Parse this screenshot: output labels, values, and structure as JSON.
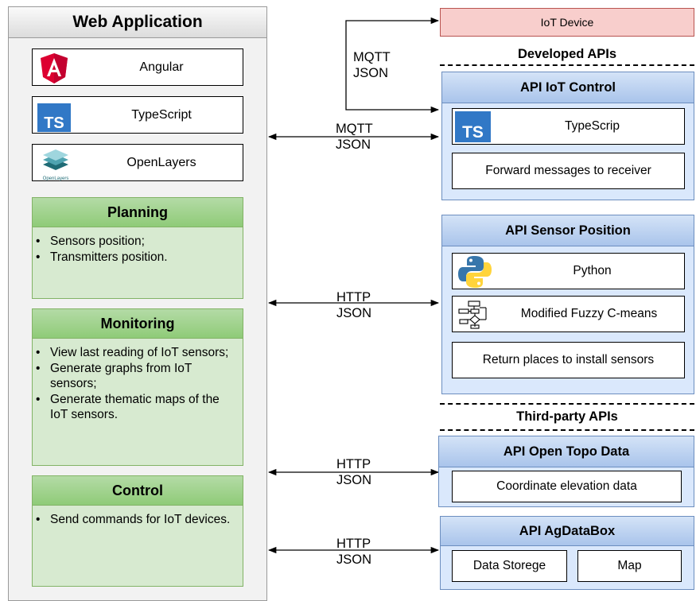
{
  "web_app": {
    "title": "Web Application",
    "technologies": [
      {
        "icon": "angular-icon",
        "label": "Angular"
      },
      {
        "icon": "typescript-icon",
        "label": "TypeScript"
      },
      {
        "icon": "openlayers-icon",
        "label": "OpenLayers",
        "logo_text": "OpenLayers"
      }
    ],
    "modules": [
      {
        "title": "Planning",
        "items": [
          "Sensors position;",
          "Transmitters position."
        ]
      },
      {
        "title": "Monitoring",
        "items": [
          "View last reading of IoT sensors;",
          "Generate graphs from IoT sensors;",
          "Generate thematic maps of the IoT sensors."
        ]
      },
      {
        "title": "Control",
        "items": [
          "Send commands for IoT devices."
        ]
      }
    ]
  },
  "connections": {
    "iot_device_link": {
      "protocol": "MQTT",
      "format": "JSON"
    },
    "iot_control_link": {
      "protocol": "MQTT",
      "format": "JSON"
    },
    "sensor_position_link": {
      "protocol": "HTTP",
      "format": "JSON"
    },
    "open_topo_link": {
      "protocol": "HTTP",
      "format": "JSON"
    },
    "agdatabox_link": {
      "protocol": "HTTP",
      "format": "JSON"
    }
  },
  "iot_device": {
    "label": "IoT Device"
  },
  "developed_apis": {
    "title": "Developed APIs",
    "iot_control": {
      "title": "API IoT Control",
      "tech": {
        "icon": "typescript-icon",
        "label": "TypeScrip"
      },
      "function": "Forward messages to receiver"
    },
    "sensor_position": {
      "title": "API Sensor Position",
      "tech": {
        "icon": "python-icon",
        "label": "Python"
      },
      "algorithm": {
        "icon": "flowchart-icon",
        "label": "Modified Fuzzy C-means"
      },
      "function": "Return places to install sensors"
    }
  },
  "third_party_apis": {
    "title": "Third-party APIs",
    "open_topo": {
      "title": "API Open Topo Data",
      "function": "Coordinate elevation data"
    },
    "agdatabox": {
      "title": "API AgDataBox",
      "items": [
        "Data Storege",
        "Map"
      ]
    }
  },
  "colors": {
    "webapp_bg": "#f2f2f2",
    "module_fill": "#d7ead0",
    "module_border": "#82b366",
    "api_fill": "#dae8fc",
    "api_border": "#6c8ebf",
    "iot_device_fill": "#f8cecc",
    "angular_red": "#dd0031",
    "typescript_blue": "#3178c6",
    "python_blue": "#3776ab",
    "python_yellow": "#ffd43b"
  }
}
